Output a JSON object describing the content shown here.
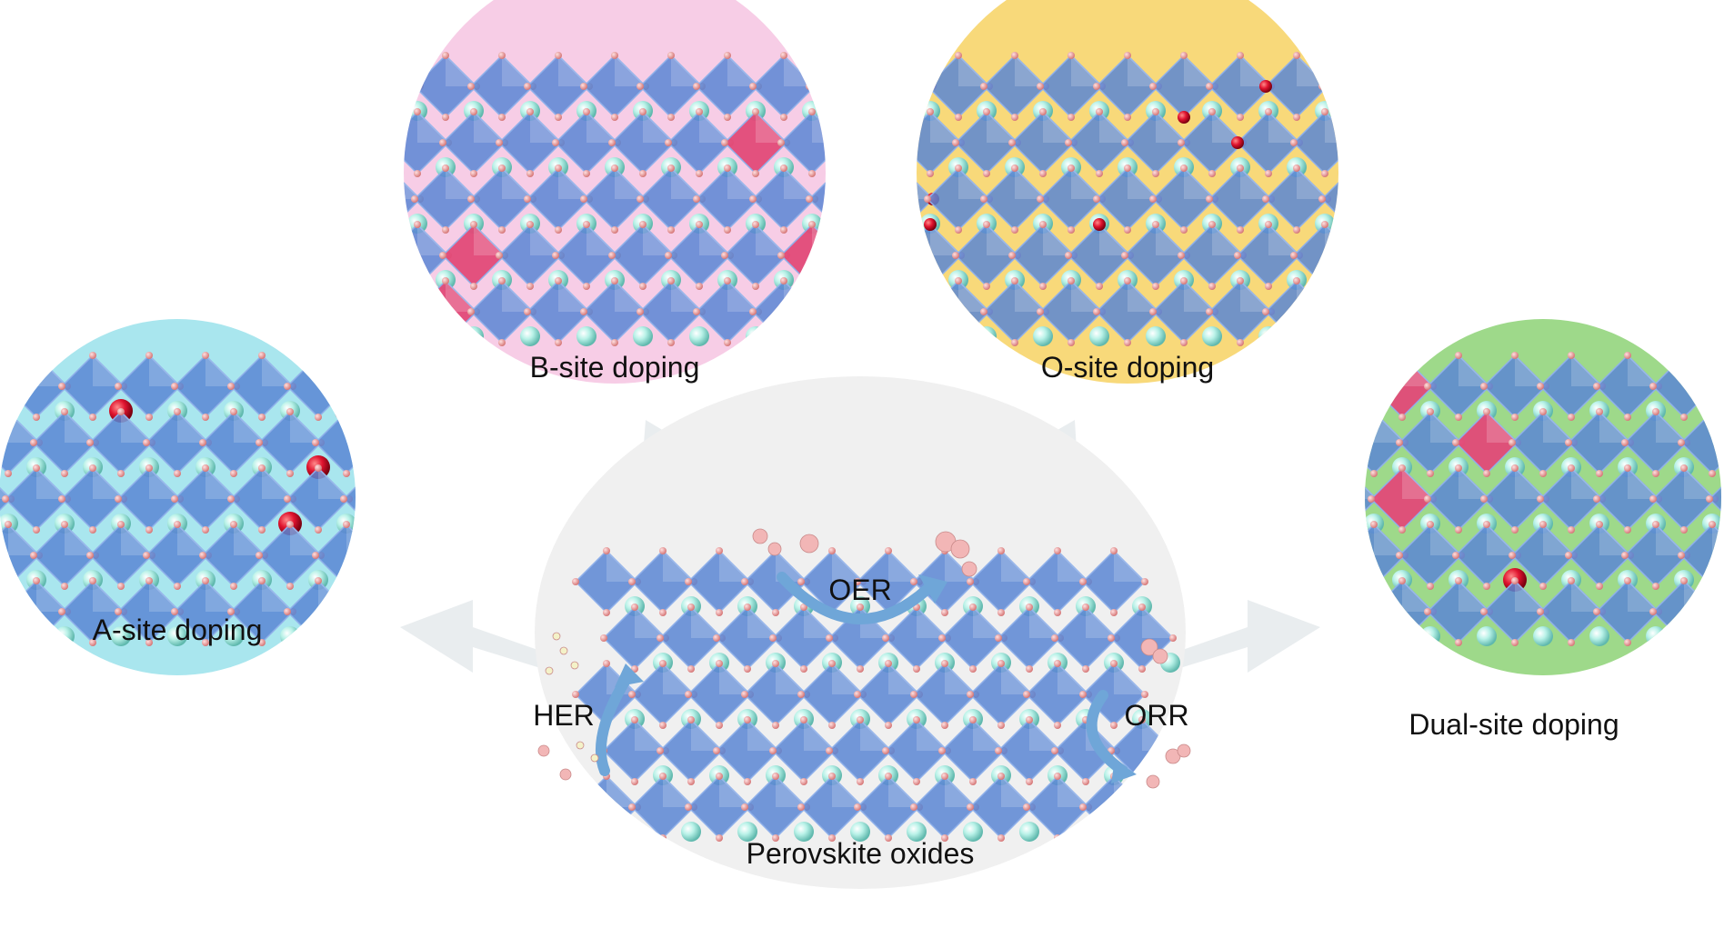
{
  "center": {
    "caption": "Perovskite oxides",
    "reactions": {
      "oer": "OER",
      "her": "HER",
      "orr": "ORR"
    }
  },
  "panels": [
    {
      "key": "a-site",
      "label": "A-site doping",
      "bg": "#a9e6ee",
      "dopant": "a-site"
    },
    {
      "key": "b-site",
      "label": "B-site doping",
      "bg": "#f7cde6",
      "dopant": "b-site"
    },
    {
      "key": "o-site",
      "label": "O-site doping",
      "bg": "#f8d97a",
      "dopant": "o-site"
    },
    {
      "key": "dual-site",
      "label": "Dual-site doping",
      "bg": "#9ed98a",
      "dopant": "dual-site"
    }
  ],
  "colors": {
    "octahedron": "#5a86d4",
    "octahedron_light": "#8fb0ea",
    "a_cation": "#a6ecdf",
    "oxygen": "#e69a9a",
    "dopant": "#e0142f",
    "dopant_octahedron": "#e24a78",
    "arrow": "#e9edef",
    "curve_arrow": "#6fa6d8",
    "center_bg": "#f0f0f0"
  }
}
